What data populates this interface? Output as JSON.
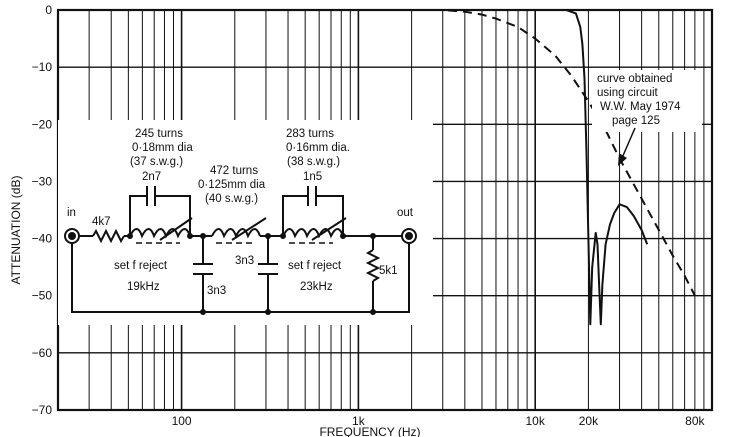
{
  "chart_data": {
    "type": "line",
    "title": "",
    "xlabel": "FREQUENCY (Hz)",
    "ylabel": "ATTENUATION (dB)",
    "x_scale": "log",
    "xlim": [
      20,
      100000
    ],
    "ylim": [
      -70,
      0
    ],
    "grid": true,
    "x_tick_labels": [
      "100",
      "1k",
      "10k",
      "20k",
      "80k"
    ],
    "x_ticks": [
      100,
      1000,
      10000,
      20000,
      80000
    ],
    "y_tick_labels": [
      "0",
      "−10",
      "−20",
      "−30",
      "−40",
      "−50",
      "−60",
      "−70"
    ],
    "y_ticks": [
      0,
      -10,
      -20,
      -30,
      -40,
      -50,
      -60,
      -70
    ],
    "series": [
      {
        "name": "",
        "style": "solid",
        "x": [
          20,
          10000,
          15000,
          17000,
          18000,
          18500,
          19000,
          19500,
          20000,
          20500,
          21000,
          22000,
          22500,
          23000,
          23500,
          24000,
          25000,
          26500,
          28000,
          30000,
          33000,
          36000,
          40000,
          43000
        ],
        "y": [
          0,
          0,
          0,
          -0.6,
          -3,
          -6,
          -12,
          -25,
          -40,
          -55,
          -45,
          -39,
          -41,
          -48,
          -55,
          -48,
          -41,
          -37.5,
          -35.5,
          -34,
          -34.5,
          -36,
          -38.5,
          -41
        ]
      },
      {
        "name": "",
        "style": "dashed",
        "x": [
          20,
          3000,
          4000,
          5000,
          6000,
          8000,
          10000,
          13000,
          16000,
          20000,
          25000,
          30000,
          40000,
          50000,
          60000,
          70000,
          80000
        ],
        "y": [
          0,
          0,
          -0.3,
          -0.8,
          -1.5,
          -3,
          -5,
          -8,
          -11.5,
          -16,
          -21,
          -26,
          -33,
          -38.5,
          -43,
          -46.5,
          -50
        ]
      }
    ],
    "annotations": {
      "curve_note": [
        "curve obtained",
        "using circuit",
        "W.W. May 1974",
        "page 125"
      ]
    },
    "circuit": {
      "in": "in",
      "out": "out",
      "r1": "4k7",
      "c_tune1": "2n7",
      "coil1": [
        "245 turns",
        "0·18mm dia",
        "(37 s.w.g.)"
      ],
      "coil2": [
        "472 turns",
        "0·125mm dia",
        "(40 s.w.g.)"
      ],
      "c_tune2": "1n5",
      "coil3": [
        "283 turns",
        "0·16mm dia.",
        "(38 s.w.g.)"
      ],
      "c_shunt1": "3n3",
      "c_shunt2": "3n3",
      "r2": "5k1",
      "set1": [
        "set f reject",
        "19kHz"
      ],
      "set2": [
        "set f reject",
        "23kHz"
      ]
    }
  }
}
